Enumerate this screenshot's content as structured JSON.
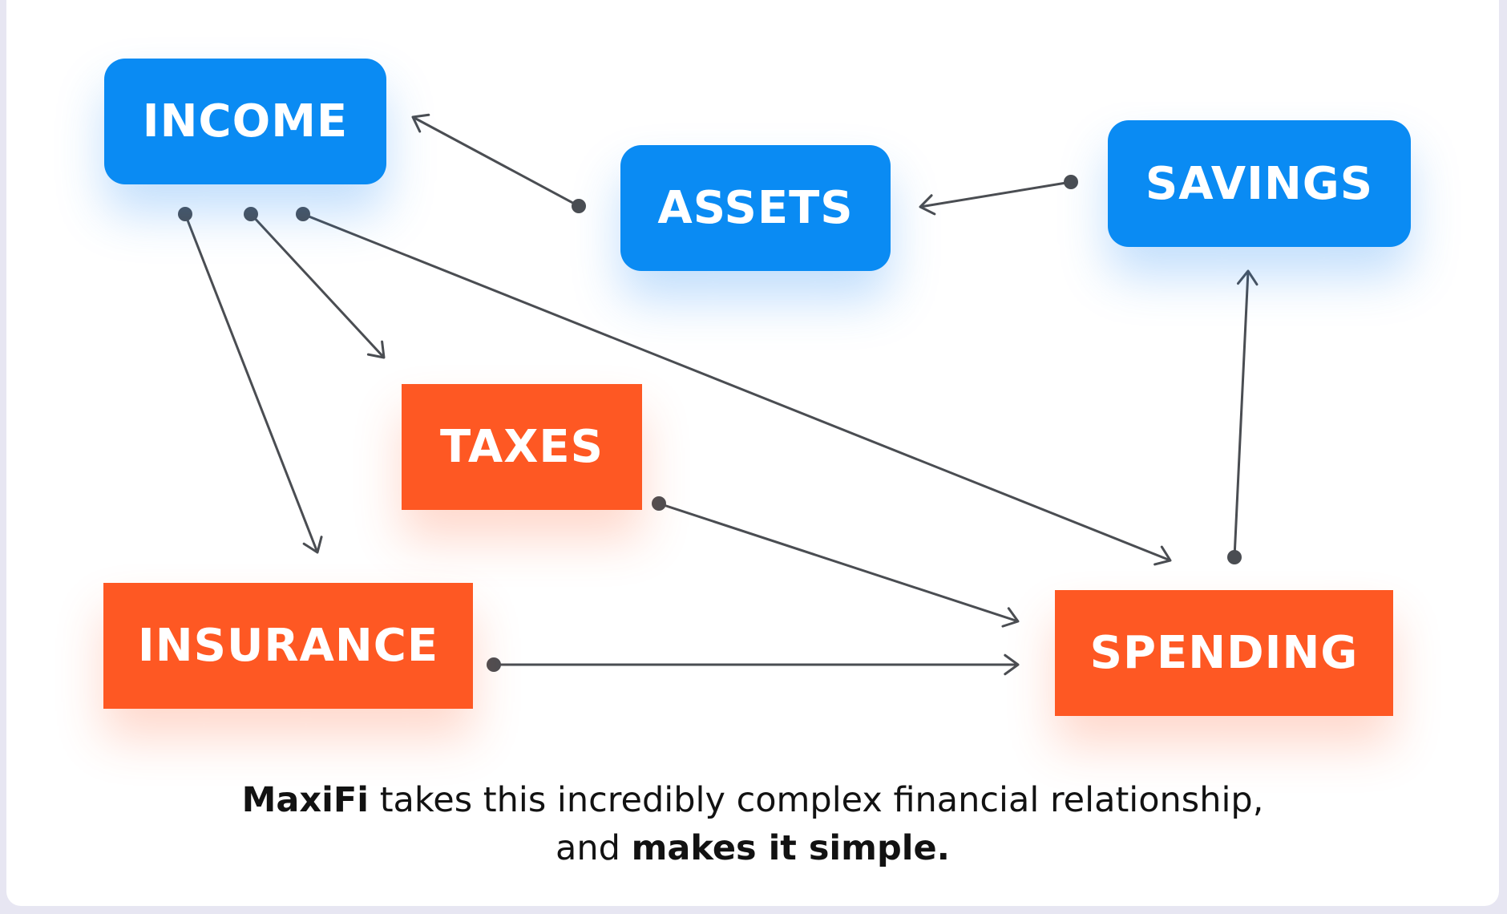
{
  "nodes": {
    "income": "INCOME",
    "assets": "ASSETS",
    "savings": "SAVINGS",
    "taxes": "TAXES",
    "insurance": "INSURANCE",
    "spending": "SPENDING"
  },
  "links": [
    {
      "from": "assets",
      "to": "income"
    },
    {
      "from": "savings",
      "to": "assets"
    },
    {
      "from": "income",
      "to": "insurance"
    },
    {
      "from": "income",
      "to": "taxes"
    },
    {
      "from": "income",
      "to": "spending"
    },
    {
      "from": "taxes",
      "to": "spending"
    },
    {
      "from": "insurance",
      "to": "spending"
    },
    {
      "from": "spending",
      "to": "savings"
    }
  ],
  "caption": {
    "brand": "MaxiFi",
    "line1_rest": " takes this incredibly complex financial relationship,",
    "line2_start": "and ",
    "line2_bold": "makes it simple."
  },
  "colors": {
    "blue": "#0a8bf3",
    "orange": "#fe5823",
    "link": "#4a4d52",
    "background": "#ffffff"
  }
}
